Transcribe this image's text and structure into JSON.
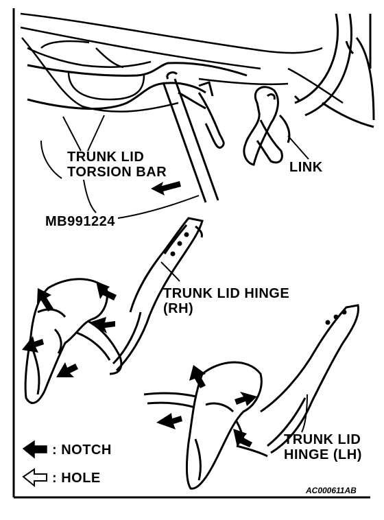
{
  "labels": {
    "torsion_bar_line1": "TRUNK LID",
    "torsion_bar_line2": "TORSION BAR",
    "link": "LINK",
    "tool": "MB991224",
    "hinge_rh_line1": "TRUNK LID HINGE",
    "hinge_rh_line2": "(RH)",
    "hinge_lh_line1": "TRUNK LID",
    "hinge_lh_line2": "HINGE (LH)",
    "figure_code": "AC000611AB"
  },
  "legend": {
    "notch_label": ": NOTCH",
    "hole_label": ": HOLE"
  }
}
